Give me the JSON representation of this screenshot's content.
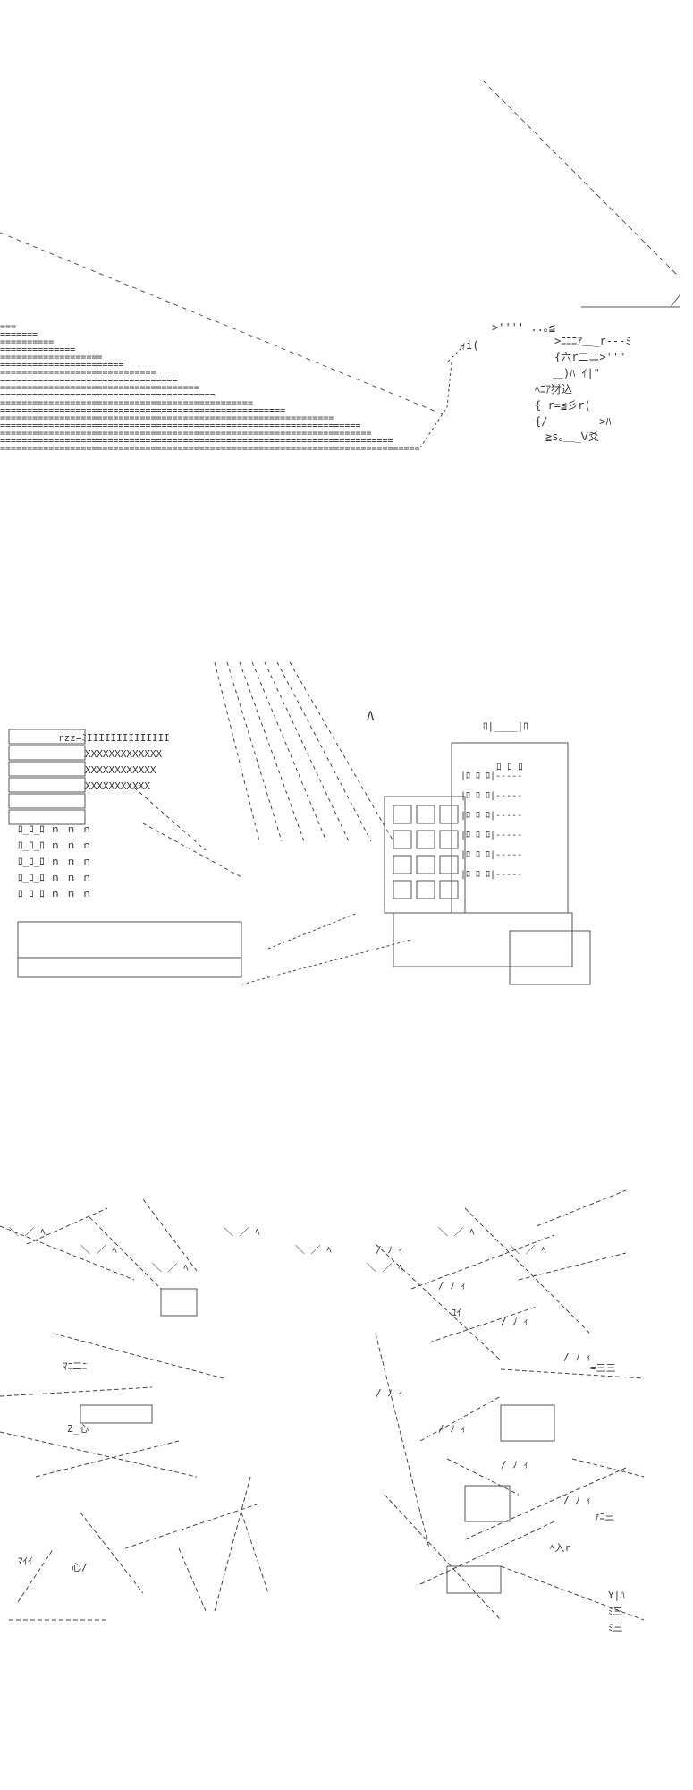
{
  "panels": [
    {
      "id": "panel-1",
      "description_name": "ascii-art-sunset-scene"
    },
    {
      "id": "panel-2",
      "description_name": "ascii-art-castle-bird-scene"
    },
    {
      "id": "panel-3",
      "description_name": "ascii-art-battle-scene"
    }
  ],
  "texts": {
    "p1_a": ">ﾆﾆﾆｱ＿_r‐‐‐ﾐ",
    "p1_b": "{六r二ニ>''\"",
    "p1_c": "＿)ﾊ_ｲ|\"",
    "p1_d": "ﾍﾆｱ犲込",
    "p1_e": "{ r=≦彡r(",
    "p1_f": "{/        >ﾊ",
    "p1_g": "≧s｡＿_Ⅴ爻",
    "p1_h": "ｨi(",
    "p1_i": ">'''' ..｡≦",
    "p2_a": "rzz=ﾐIIIIIIIIIIIIII",
    "p2_b": "XXXXXXXXXXXXX",
    "p2_c": "XXXXXXXXXXXX",
    "p2_d": "XXXXXXXXXXX",
    "p2_e": "ﾛ ﾛ ﾛ",
    "p3_a": "ﾏﾆ二ﾆ",
    "p3_b": "Z_心",
    "p3_c": "ﾏｲｲ",
    "p3_d": "心/",
    "p3_e": "ﾕｲ",
    "p3_f": "ｧﾆ三",
    "p3_g": "Y|ﾊ",
    "p3_h": "ﾐ三",
    "p3_i": "ﾍ入r",
    "p3_j": "=三三",
    "p3_k": "ﾐ三"
  }
}
